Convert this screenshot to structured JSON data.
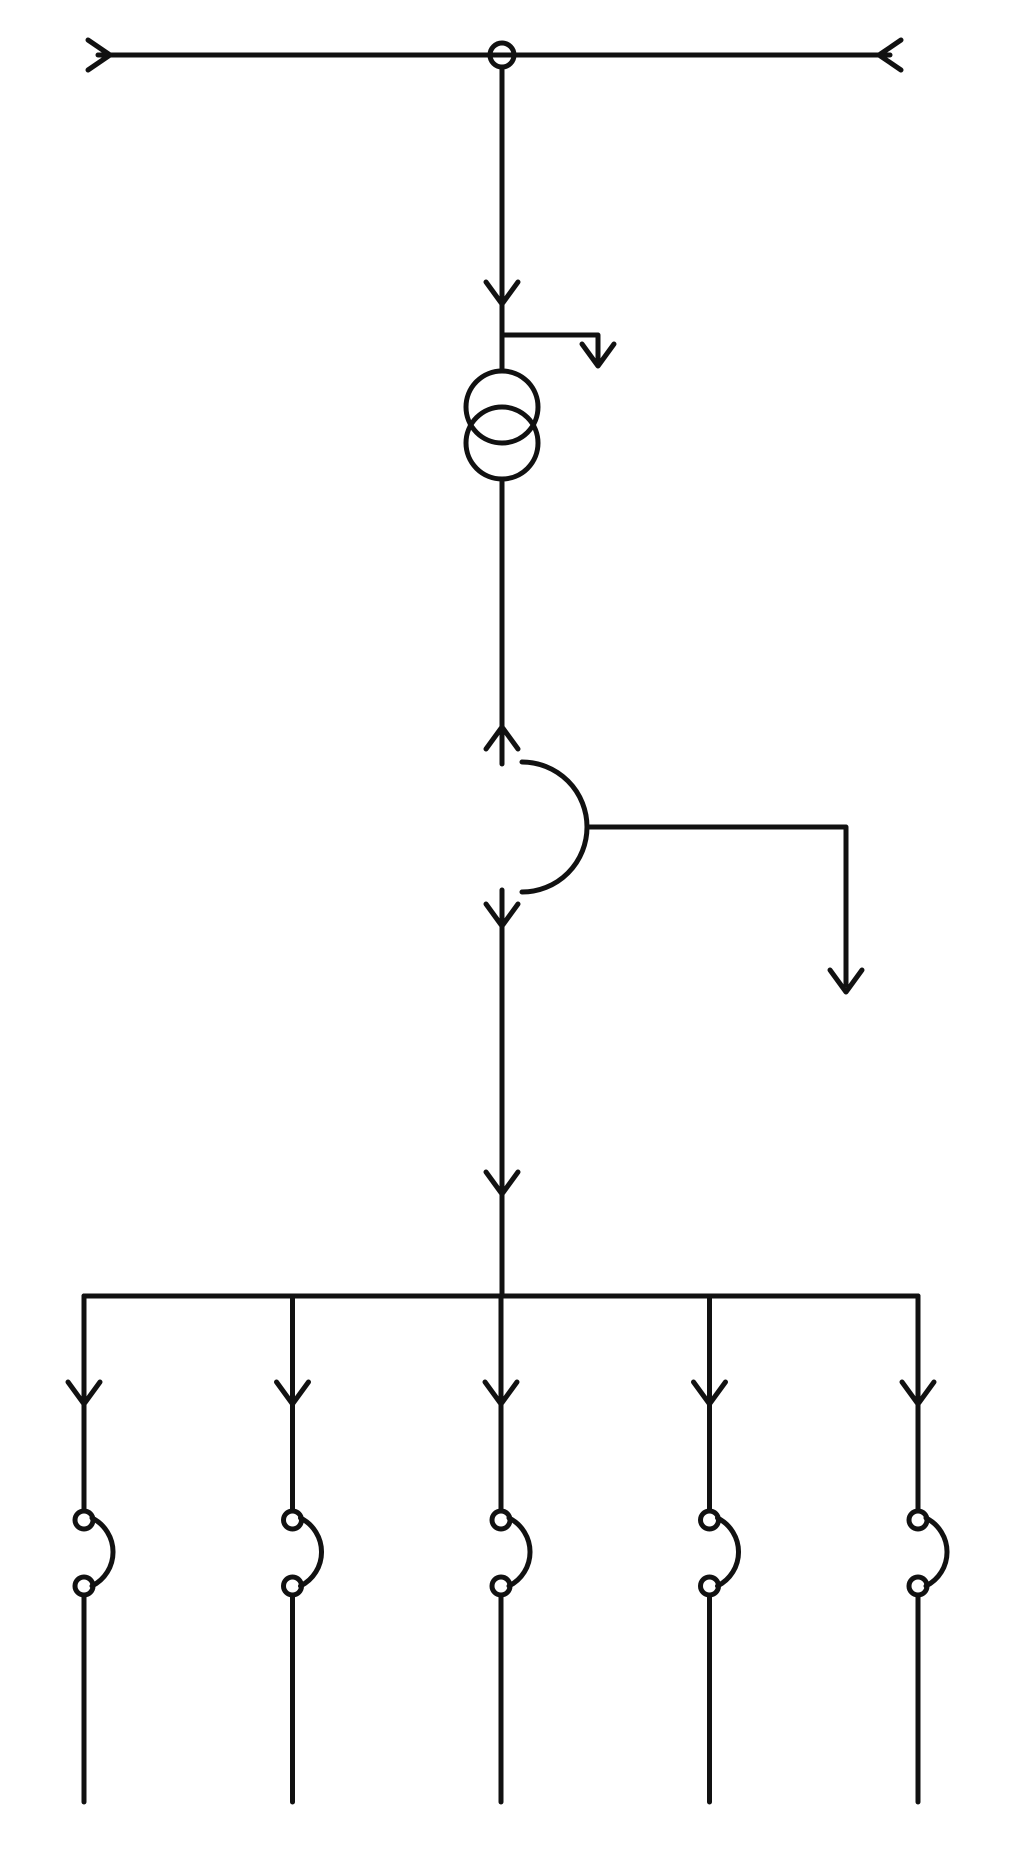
{
  "diagram": {
    "type": "single-line electrical schematic",
    "colors": {
      "line": "#111111",
      "background": "#ffffff"
    },
    "components": [
      {
        "name": "incoming-busbar",
        "kind": "busbar with terminal arrows"
      },
      {
        "name": "bus-connection-node",
        "kind": "connection point"
      },
      {
        "name": "incoming-feeder-plug",
        "kind": "plug-in contact"
      },
      {
        "name": "auxiliary-tap",
        "kind": "branch with plug-in contact"
      },
      {
        "name": "transformer",
        "kind": "two-winding transformer"
      },
      {
        "name": "main-withdrawable-switch",
        "kind": "withdrawable contacts with interlock"
      },
      {
        "name": "outgoing-feeder-plug",
        "kind": "plug-in contact"
      },
      {
        "name": "distribution-busbar",
        "kind": "busbar"
      },
      {
        "name": "feeder-fuse-switch",
        "kind": "switch",
        "count": 5
      }
    ],
    "feeder_count": 5
  }
}
